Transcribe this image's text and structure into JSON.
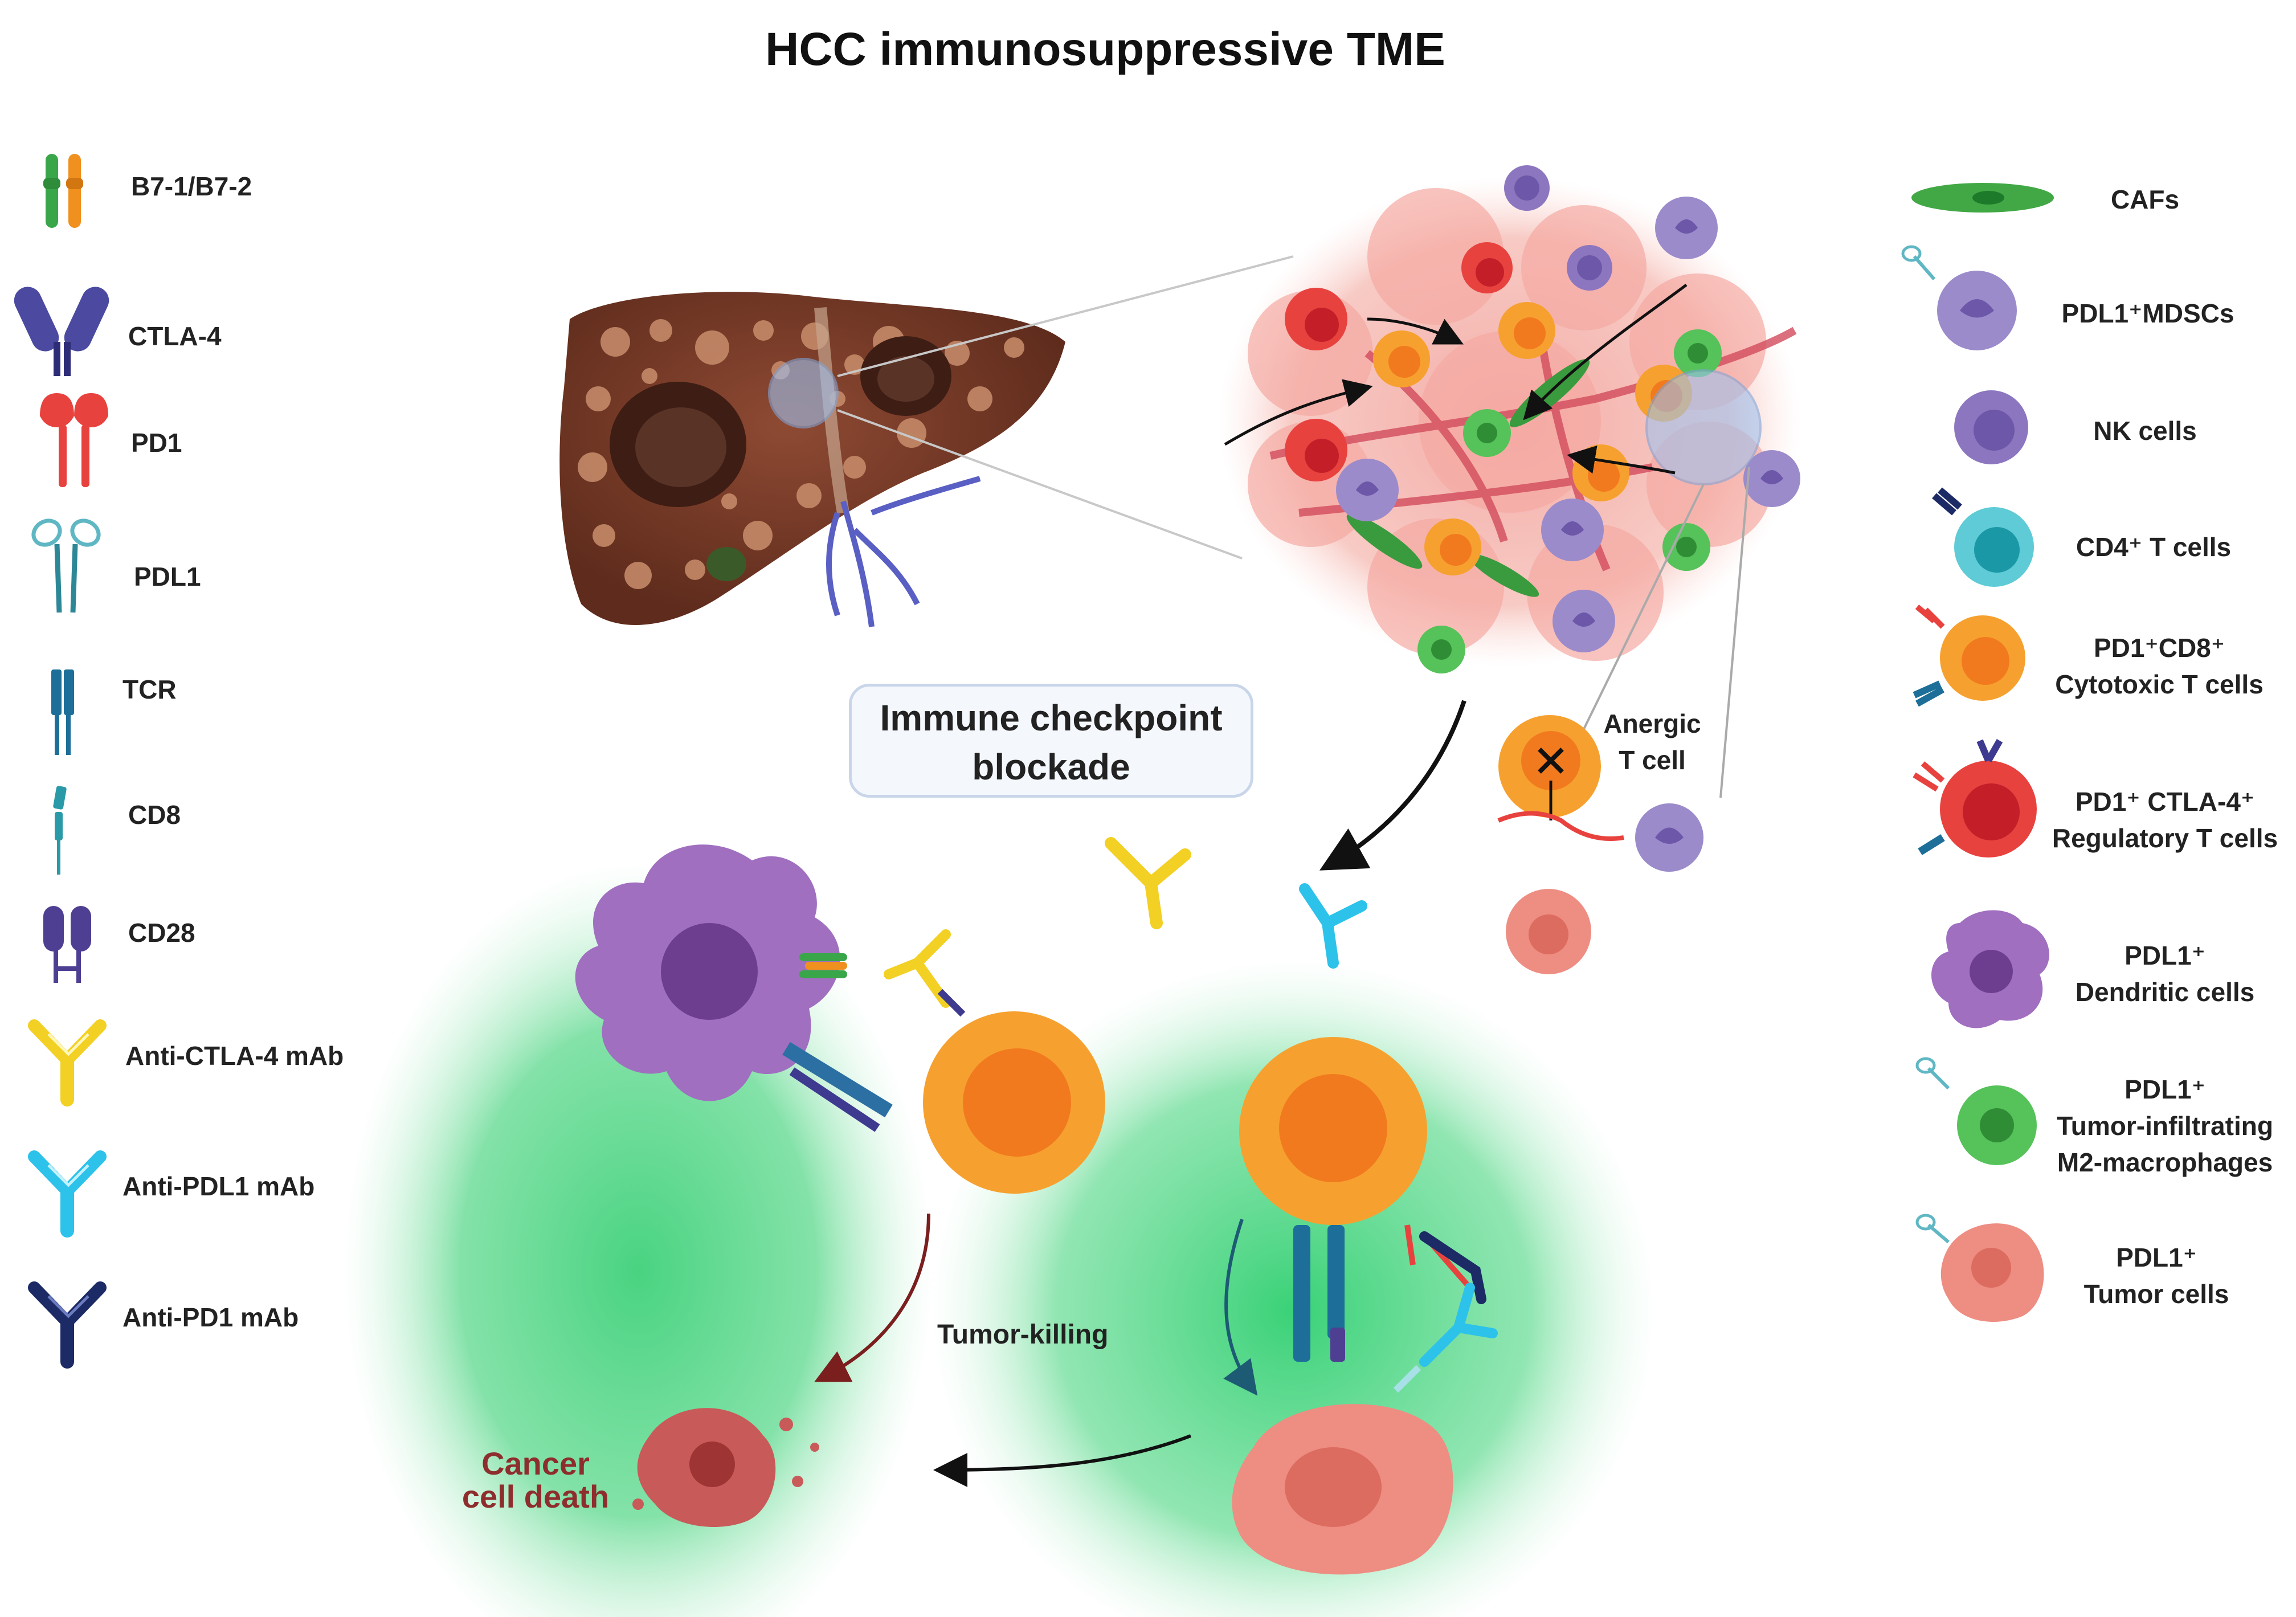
{
  "title": "HCC immunosuppressive TME",
  "left_legend": [
    {
      "label": "B7-1/B7-2",
      "icon": "b7-icon"
    },
    {
      "label": "CTLA-4",
      "icon": "ctla4-receptor-icon"
    },
    {
      "label": "PD1",
      "icon": "pd1-receptor-icon"
    },
    {
      "label": "PDL1",
      "icon": "pdl1-ligand-icon"
    },
    {
      "label": "TCR",
      "icon": "tcr-icon"
    },
    {
      "label": "CD8",
      "icon": "cd8-icon"
    },
    {
      "label": "CD28",
      "icon": "cd28-icon"
    },
    {
      "label": "Anti-CTLA-4 mAb",
      "icon": "anti-ctla4-antibody-icon"
    },
    {
      "label": "Anti-PDL1 mAb",
      "icon": "anti-pdl1-antibody-icon"
    },
    {
      "label": "Anti-PD1 mAb",
      "icon": "anti-pd1-antibody-icon"
    }
  ],
  "right_legend": [
    {
      "lines": [
        "CAFs"
      ],
      "icon": "caf-cell-icon"
    },
    {
      "lines": [
        "PDL1⁺MDSCs"
      ],
      "icon": "mdsc-cell-icon"
    },
    {
      "lines": [
        "NK cells"
      ],
      "icon": "nk-cell-icon"
    },
    {
      "lines": [
        "CD4⁺ T cells"
      ],
      "icon": "cd4-t-cell-icon"
    },
    {
      "lines": [
        "PD1⁺CD8⁺",
        "Cytotoxic T cells"
      ],
      "icon": "cytotoxic-t-cell-icon"
    },
    {
      "lines": [
        "PD1⁺ CTLA-4⁺",
        "Regulatory T cells"
      ],
      "icon": "regulatory-t-cell-icon"
    },
    {
      "lines": [
        "PDL1⁺",
        "Dendritic cells"
      ],
      "icon": "dendritic-cell-icon"
    },
    {
      "lines": [
        "PDL1⁺",
        "Tumor-infiltrating",
        "M2-macrophages"
      ],
      "icon": "m2-macrophage-icon"
    },
    {
      "lines": [
        "PDL1⁺",
        "Tumor cells"
      ],
      "icon": "tumor-cell-icon"
    }
  ],
  "callout": {
    "lines": [
      "Immune checkpoint",
      "blockade"
    ]
  },
  "anergic": {
    "lines": [
      "Anergic",
      "T cell"
    ]
  },
  "tumor_killing": "Tumor-killing",
  "cancer_death": {
    "lines": [
      "Cancer",
      "cell death"
    ]
  },
  "colors": {
    "pd1_red": "#e8423f",
    "ctla4_navy": "#3b3a8c",
    "pdl1_teal": "#5fb7c4",
    "tcr_blue": "#1d6f99",
    "b7_green": "#3aa64a",
    "b7_orange": "#f0901e",
    "anti_ctla4_yellow": "#f2d024",
    "anti_pdl1_cyan": "#2cc2ea",
    "anti_pd1_navy": "#1c2a66",
    "t_cell_orange": "#f6a12f",
    "tumor_pink": "#ee8d82",
    "mdsc_lilac": "#9b8bcb",
    "nk_purple": "#8c76bf",
    "macrophage_green": "#55c25a",
    "dendritic_purple": "#a06fc0",
    "caf_green": "#42a845",
    "field_green": "#52d683",
    "liver_brown": "#7a3d2a"
  }
}
